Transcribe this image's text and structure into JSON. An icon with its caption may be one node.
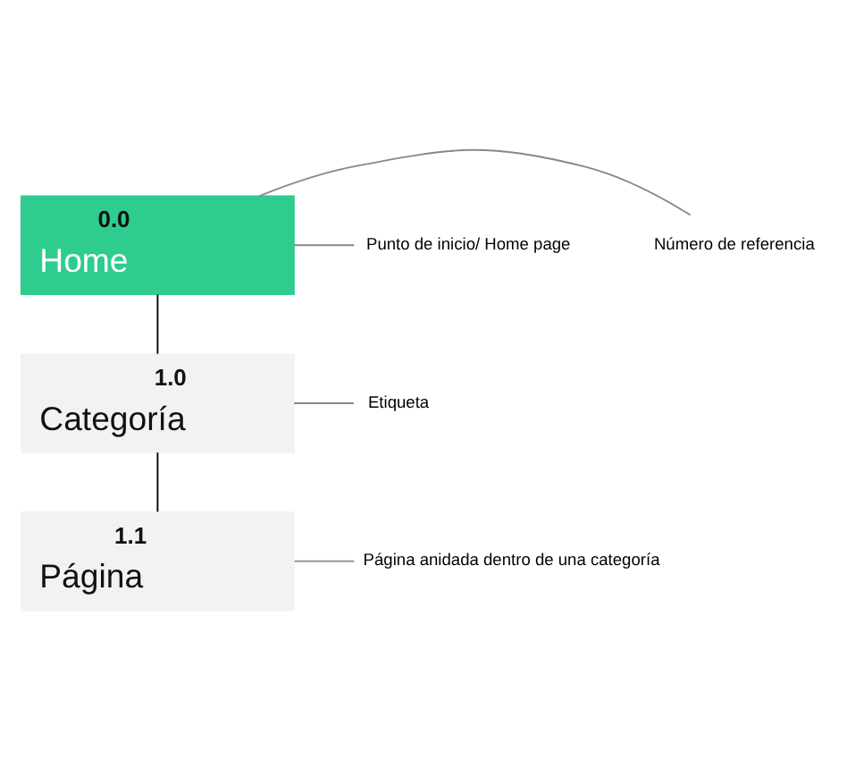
{
  "diagram": {
    "nodes": [
      {
        "text": [
          "0.0",
          "Home"
        ]
      },
      {
        "text": [
          "1.0",
          "Categoría"
        ]
      },
      {
        "text": [
          "1.1",
          "Página"
        ]
      },
      {
        "text": [
          "Número de referencia"
        ]
      },
      {
        "text": [
          "Punto de inicio/ Home page"
        ]
      },
      {
        "text": [
          "Etiqueta"
        ]
      },
      {
        "text": [
          "Página anidada dentro de una categoría"
        ]
      }
    ],
    "edges": [
      {
        "from": 0,
        "to": 1,
        "arrow": "none",
        "color": "#000000"
      },
      {
        "from": 1,
        "to": 2,
        "arrow": "none",
        "color": "#000000"
      },
      {
        "from": 3,
        "to": 0,
        "arrow": "none"
      },
      {
        "from": 4,
        "to": 0,
        "arrow": "none"
      },
      {
        "from": 5,
        "to": 1,
        "arrow": "none"
      },
      {
        "from": 6,
        "to": 2,
        "arrow": "none"
      }
    ]
  }
}
